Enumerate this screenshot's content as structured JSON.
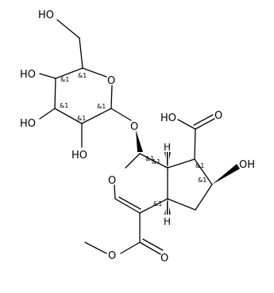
{
  "molecule": {
    "atom_labels": {
      "ch2oh_oh": "HO",
      "sugar_c4_oh": "HO",
      "sugar_c3_oh": "HO",
      "sugar_c2_oh": "HO",
      "sugar_ring_o": "O",
      "glycosidic_o": "O",
      "acid_oh": "HO",
      "acid_o": "O",
      "ring_oh": "OH",
      "pyran_o": "O",
      "ester_o_single": "O",
      "ester_o_double": "O",
      "h_c7a": "H",
      "h_c4a": "H"
    },
    "stereo_marks": {
      "s_c5": "&1",
      "s_c4": "&1",
      "s_c3": "&1",
      "s_c2": "&1",
      "s_c1": "&1",
      "s_c1_agly": "&1",
      "s_c7a": "&1",
      "s_c7": "&1",
      "s_c6": "&1",
      "s_c4a": "&1"
    }
  }
}
